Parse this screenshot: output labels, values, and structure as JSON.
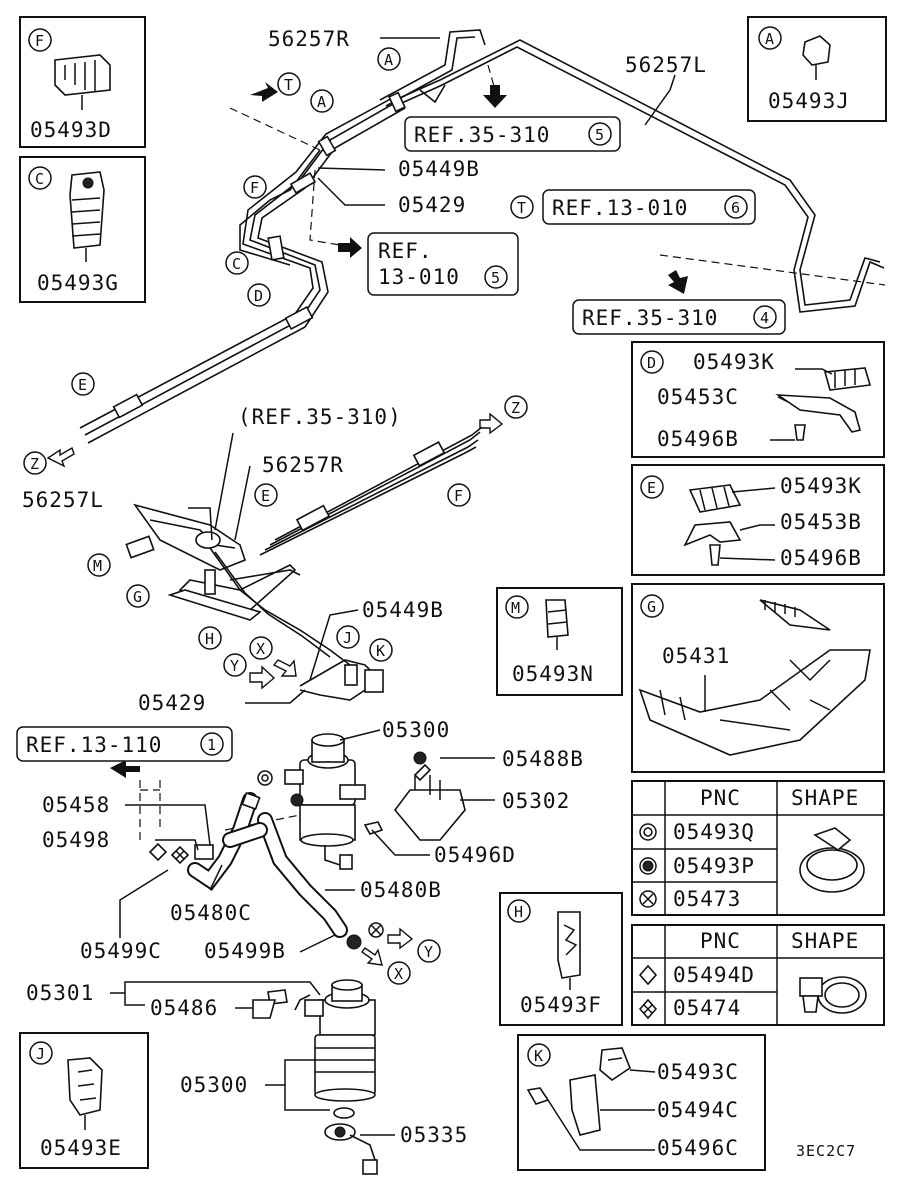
{
  "diagram_code": "3EC2C7",
  "refs": {
    "r35_310_5": {
      "text": "REF.35-310",
      "num": "5"
    },
    "r13_010_6": {
      "text": "REF.13-010",
      "num": "6"
    },
    "r13_010_5_line1": "REF.",
    "r13_010_5_line2": "13-010",
    "r13_010_5_num": "5",
    "r35_310_4": {
      "text": "REF.35-310",
      "num": "4"
    },
    "r35_310_paren": "(REF.35-310)",
    "r13_110_1": {
      "text": "REF.13-110",
      "num": "1"
    }
  },
  "letters": {
    "A": "A",
    "C": "C",
    "D": "D",
    "E": "E",
    "F": "F",
    "G": "G",
    "H": "H",
    "J": "J",
    "K": "K",
    "M": "M",
    "T": "T",
    "X": "X",
    "Y": "Y",
    "Z": "Z"
  },
  "parts": {
    "p56257R": "56257R",
    "p56257L": "56257L",
    "p05449B": "05449B",
    "p05429": "05429",
    "p05458": "05458",
    "p05498": "05498",
    "p05480C": "05480C",
    "p05480B": "05480B",
    "p05499C": "05499C",
    "p05499B": "05499B",
    "p05300": "05300",
    "p05488B": "05488B",
    "p05302": "05302",
    "p05496D": "05496D",
    "p05301": "05301",
    "p05486": "05486",
    "p05335": "05335"
  },
  "insets": {
    "F": {
      "letter": "F",
      "part": "05493D"
    },
    "C": {
      "letter": "C",
      "part": "05493G"
    },
    "A": {
      "letter": "A",
      "part": "05493J"
    },
    "D": {
      "letter": "D",
      "parts": [
        "05493K",
        "05453C",
        "05496B"
      ]
    },
    "E": {
      "letter": "E",
      "parts": [
        "05493K",
        "05453B",
        "05496B"
      ]
    },
    "M": {
      "letter": "M",
      "part": "05493N"
    },
    "G": {
      "letter": "G",
      "part": "05431"
    },
    "H": {
      "letter": "H",
      "part": "05493F"
    },
    "J": {
      "letter": "J",
      "part": "05493E"
    },
    "K": {
      "letter": "K",
      "parts": [
        "05493C",
        "05494C",
        "05496C"
      ]
    }
  },
  "table1": {
    "col1": "PNC",
    "col2": "SHAPE",
    "rows": [
      "05493Q",
      "05493P",
      "05473"
    ]
  },
  "table2": {
    "col1": "PNC",
    "col2": "SHAPE",
    "rows": [
      "05494D",
      "05474"
    ]
  }
}
